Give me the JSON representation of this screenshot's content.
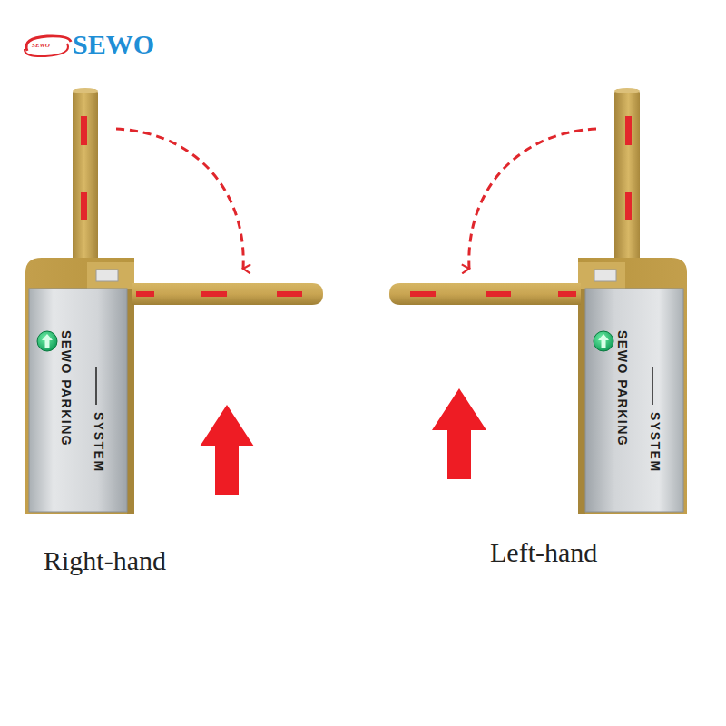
{
  "diagram": {
    "nodes": [
      {
        "text": [
          "SEWO PARKING",
          "SYSTEM"
        ]
      },
      {
        "text": [
          "SEWO PARKING",
          "SYSTEM"
        ]
      }
    ],
    "labels": [
      "SEWO",
      "SEWO",
      "Right-hand",
      "Left-hand"
    ]
  }
}
